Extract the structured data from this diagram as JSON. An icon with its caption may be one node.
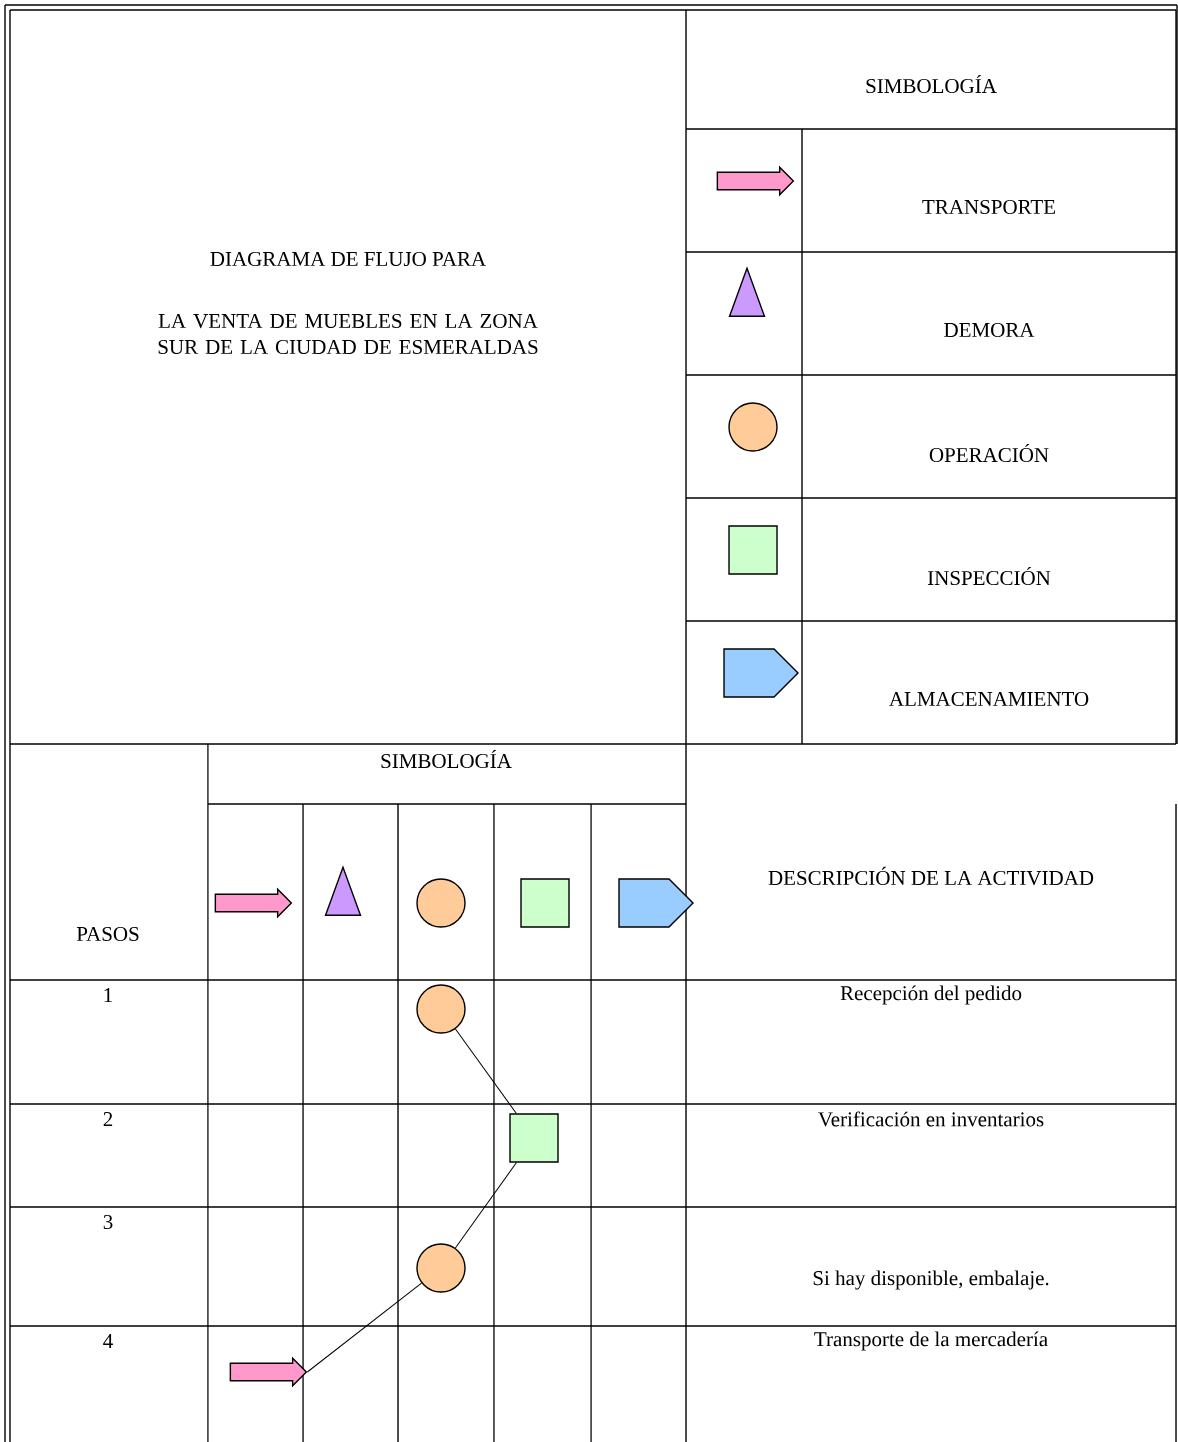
{
  "diagram": {
    "title": "DIAGRAMA DE FLUJO PARA",
    "nodes": [
      {
        "text": [],
        "shape": "circle"
      },
      {
        "text": [],
        "shape": "box"
      },
      {
        "text": [],
        "shape": "circle"
      },
      {
        "text": [],
        "shape": "arrow"
      }
    ],
    "edges": [
      {
        "from": 0,
        "to": 1,
        "arrow": "none"
      },
      {
        "from": 1,
        "to": 2,
        "arrow": "none"
      },
      {
        "from": 2,
        "to": 3,
        "arrow": "none"
      }
    ],
    "labels": [
      "LA VENTA DE MUEBLES EN LA ZONA SUR DE LA CIUDAD DE ESMERALDAS",
      "SIMBOLOGÍA",
      "SIMBOLOGÍA",
      "PASOS",
      "DESCRIPCIÓN DE LA ACTIVIDAD",
      "1",
      "Recepción del pedido",
      "2",
      "Verificación en inventarios",
      "3",
      "Si hay disponible, embalaje.",
      "4",
      "Transporte de la mercadería"
    ],
    "legend": [
      {
        "text": "TRANSPORTE"
      },
      {
        "text": "DEMORA"
      },
      {
        "text": "OPERACIÓN"
      },
      {
        "text": "INSPECCIÓN"
      },
      {
        "text": "ALMACENAMIENTO"
      }
    ]
  }
}
